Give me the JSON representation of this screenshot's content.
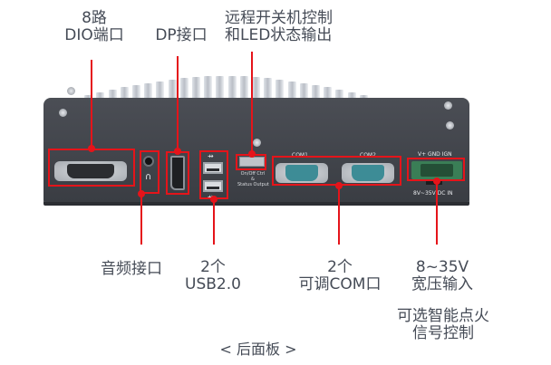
{
  "title": "< 后面板 >",
  "top_labels": {
    "dio": {
      "line1": "8路",
      "line2": "DIO端口"
    },
    "dp": {
      "line1": "DP接口"
    },
    "remote": {
      "line1": "远程开关机控制",
      "line2": "和LED状态输出"
    }
  },
  "bottom_labels": {
    "audio": {
      "line1": "音频接口"
    },
    "usb": {
      "line1": "2个",
      "line2": "USB2.0"
    },
    "com": {
      "line1": "2个",
      "line2": "可调COM口"
    },
    "power": {
      "line1": "8~35V",
      "line2": "宽压输入"
    },
    "ignition": {
      "line1": "可选智能点火",
      "line2": "信号控制"
    }
  },
  "panel_text": {
    "com1": "COM1",
    "com2": "COM2",
    "power_pins": "V+  GND  IGN",
    "power_rating": "8V~35V DC IN",
    "onoff_line1": "On/Off Ctrl",
    "onoff_line2": "&",
    "onoff_line3": "Status Output"
  },
  "colors": {
    "callout": "#e5141a",
    "chassis": "#44474d",
    "heatsink": "#d5d9de",
    "com_port": "#3d8c96",
    "terminal_block": "#3a7e56",
    "label_text": "#454b56"
  }
}
